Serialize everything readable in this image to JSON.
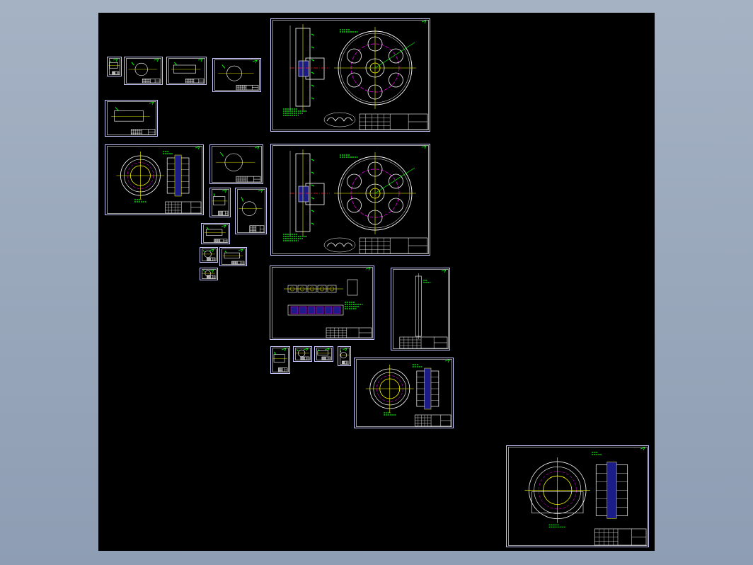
{
  "viewer": {
    "background": "#000000",
    "frame_color": "#c8c8ff",
    "green": "#00ff00",
    "yellow": "#ffff00",
    "red": "#ff2020",
    "magenta": "#ff00ff",
    "white": "#ffffff"
  },
  "sheets": [
    {
      "id": "gear-main-1",
      "kind": "gear-large"
    },
    {
      "id": "gear-main-2",
      "kind": "gear-large"
    },
    {
      "id": "cover-plate",
      "kind": "flange"
    },
    {
      "id": "hub-large",
      "kind": "flange"
    },
    {
      "id": "bearing-seat",
      "kind": "flange-rect"
    },
    {
      "id": "shaft-assembly",
      "kind": "shaft"
    },
    {
      "id": "thin-shaft",
      "kind": "thin"
    },
    {
      "id": "small-part-1",
      "kind": "small"
    },
    {
      "id": "small-part-2",
      "kind": "small"
    },
    {
      "id": "small-part-3",
      "kind": "small"
    },
    {
      "id": "small-part-4",
      "kind": "small"
    },
    {
      "id": "small-part-5",
      "kind": "small"
    },
    {
      "id": "small-part-6",
      "kind": "small"
    },
    {
      "id": "small-part-7",
      "kind": "small"
    },
    {
      "id": "small-part-8",
      "kind": "small"
    },
    {
      "id": "small-part-9",
      "kind": "small"
    },
    {
      "id": "small-part-10",
      "kind": "small"
    },
    {
      "id": "small-part-11",
      "kind": "small"
    },
    {
      "id": "small-part-12",
      "kind": "small"
    },
    {
      "id": "small-part-13",
      "kind": "small"
    },
    {
      "id": "small-part-14",
      "kind": "small"
    },
    {
      "id": "small-part-15",
      "kind": "small"
    },
    {
      "id": "small-part-16",
      "kind": "small"
    },
    {
      "id": "small-part-17",
      "kind": "small"
    }
  ]
}
